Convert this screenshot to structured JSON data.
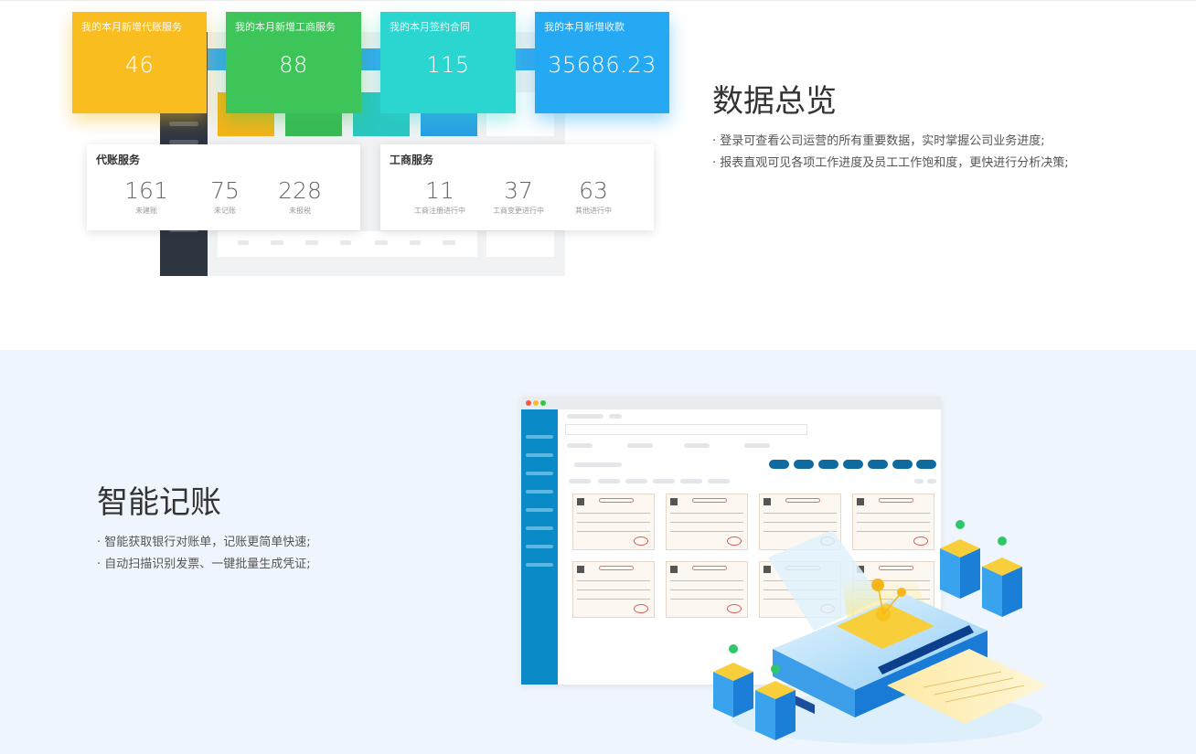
{
  "overview": {
    "heading": "数据总览",
    "bullets": [
      "· 登录可查看公司运营的所有重要数据，实时掌握公司业务进度;",
      "· 报表直观可见各项工作进度及员工工作饱和度，更快进行分析决策;"
    ],
    "stat_cards": [
      {
        "label": "我的本月新增代账服务",
        "value": "46",
        "color": "#f9bd1f"
      },
      {
        "label": "我的本月新增工商服务",
        "value": "88",
        "color": "#3ec55a"
      },
      {
        "label": "我的本月签约合同",
        "value": "115",
        "color": "#2bd6d0"
      },
      {
        "label": "我的本月新增收款",
        "value": "35686.23",
        "color": "#24a9f2"
      }
    ],
    "service_cards": [
      {
        "title": "代账服务",
        "metrics": [
          {
            "value": "161",
            "caption": "未建账"
          },
          {
            "value": "75",
            "caption": "未记账"
          },
          {
            "value": "228",
            "caption": "未报税"
          }
        ]
      },
      {
        "title": "工商服务",
        "metrics": [
          {
            "value": "11",
            "caption": "工商注册进行中"
          },
          {
            "value": "37",
            "caption": "工商变更进行中"
          },
          {
            "value": "63",
            "caption": "其他进行中"
          }
        ]
      }
    ]
  },
  "bookkeeping": {
    "heading": "智能记账",
    "bullets": [
      "· 智能获取银行对账单，记账更简单快速;",
      "· 自动扫描识别发票、一键批量生成凭证;"
    ],
    "illustration": {
      "window_dots": [
        "#f5564e",
        "#f8bc2f",
        "#2ac940"
      ],
      "accent_color": "#0a8bc7"
    }
  }
}
